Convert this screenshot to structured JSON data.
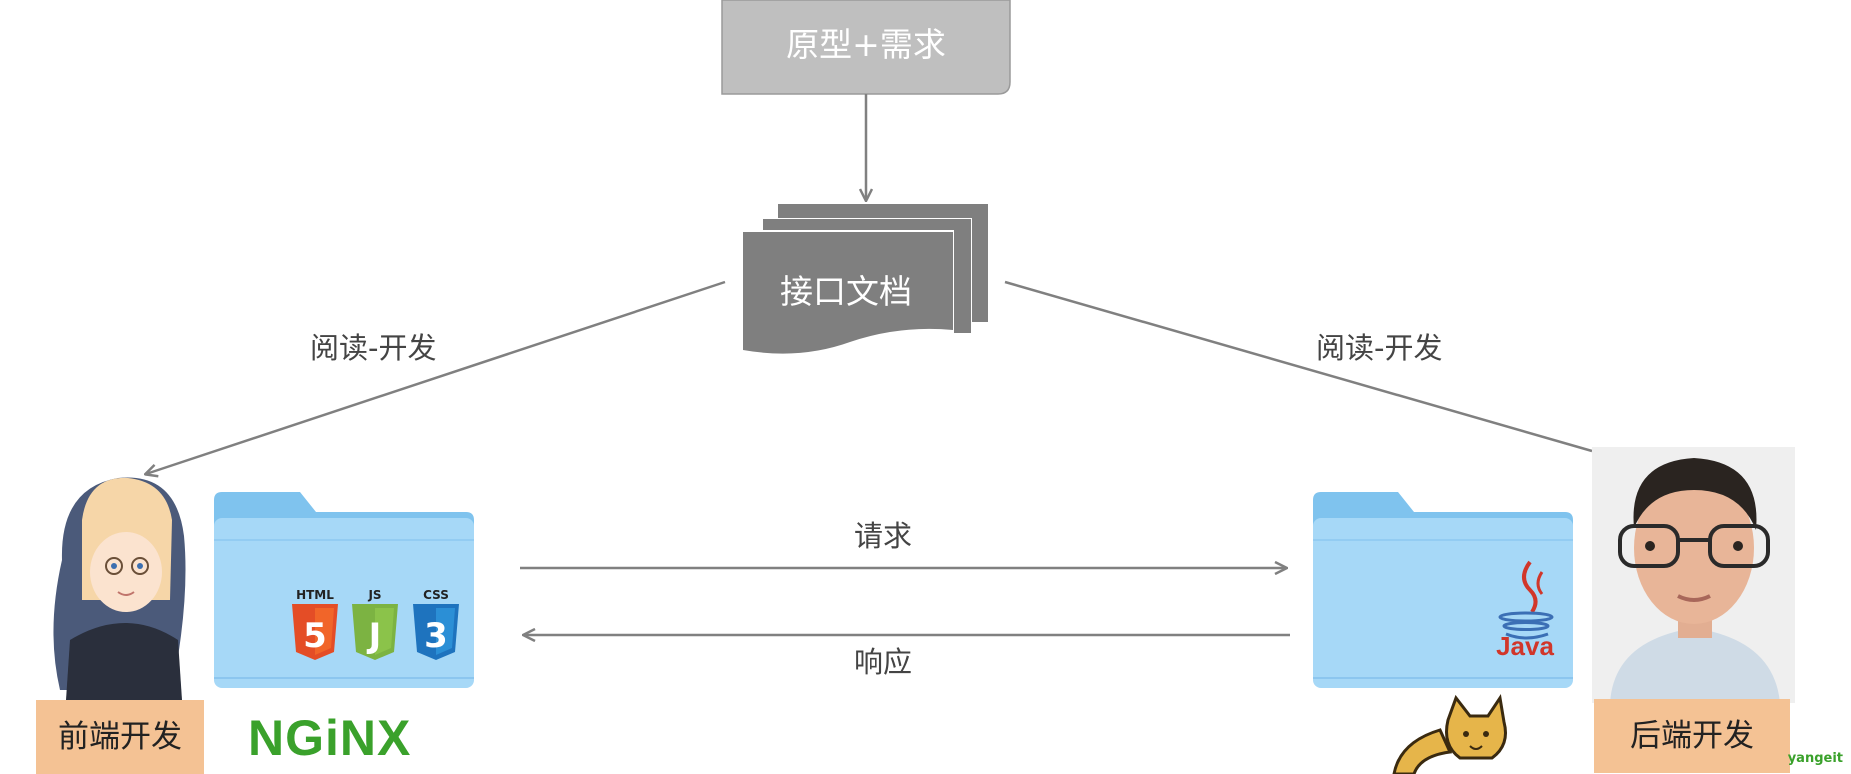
{
  "nodes": {
    "prototype": "原型+需求",
    "interface_doc": "接口文档",
    "frontend": "前端开发",
    "backend": "后端开发"
  },
  "edges": {
    "read_left": "阅读-开发",
    "read_right": "阅读-开发",
    "request": "请求",
    "response": "响应"
  },
  "logos": {
    "html": "HTML",
    "html_number": "5",
    "js": "JS",
    "css": "CSS",
    "css_number": "3",
    "nginx": "NGiNX",
    "java": "Java"
  },
  "watermark": "yangeit",
  "colors": {
    "arrow": "#808080",
    "prototype_box": "#bfbfbf",
    "doc_stack": "#7f7f7f",
    "tag": "#f4c294",
    "folder_back": "#7fc3ee",
    "folder_front": "#a6d8f7",
    "html": "#e44d26",
    "js": "#7cb342",
    "css": "#1e73be",
    "nginx": "#3aa12b",
    "java_red": "#d1362a",
    "java_blue": "#3b6fb5"
  }
}
